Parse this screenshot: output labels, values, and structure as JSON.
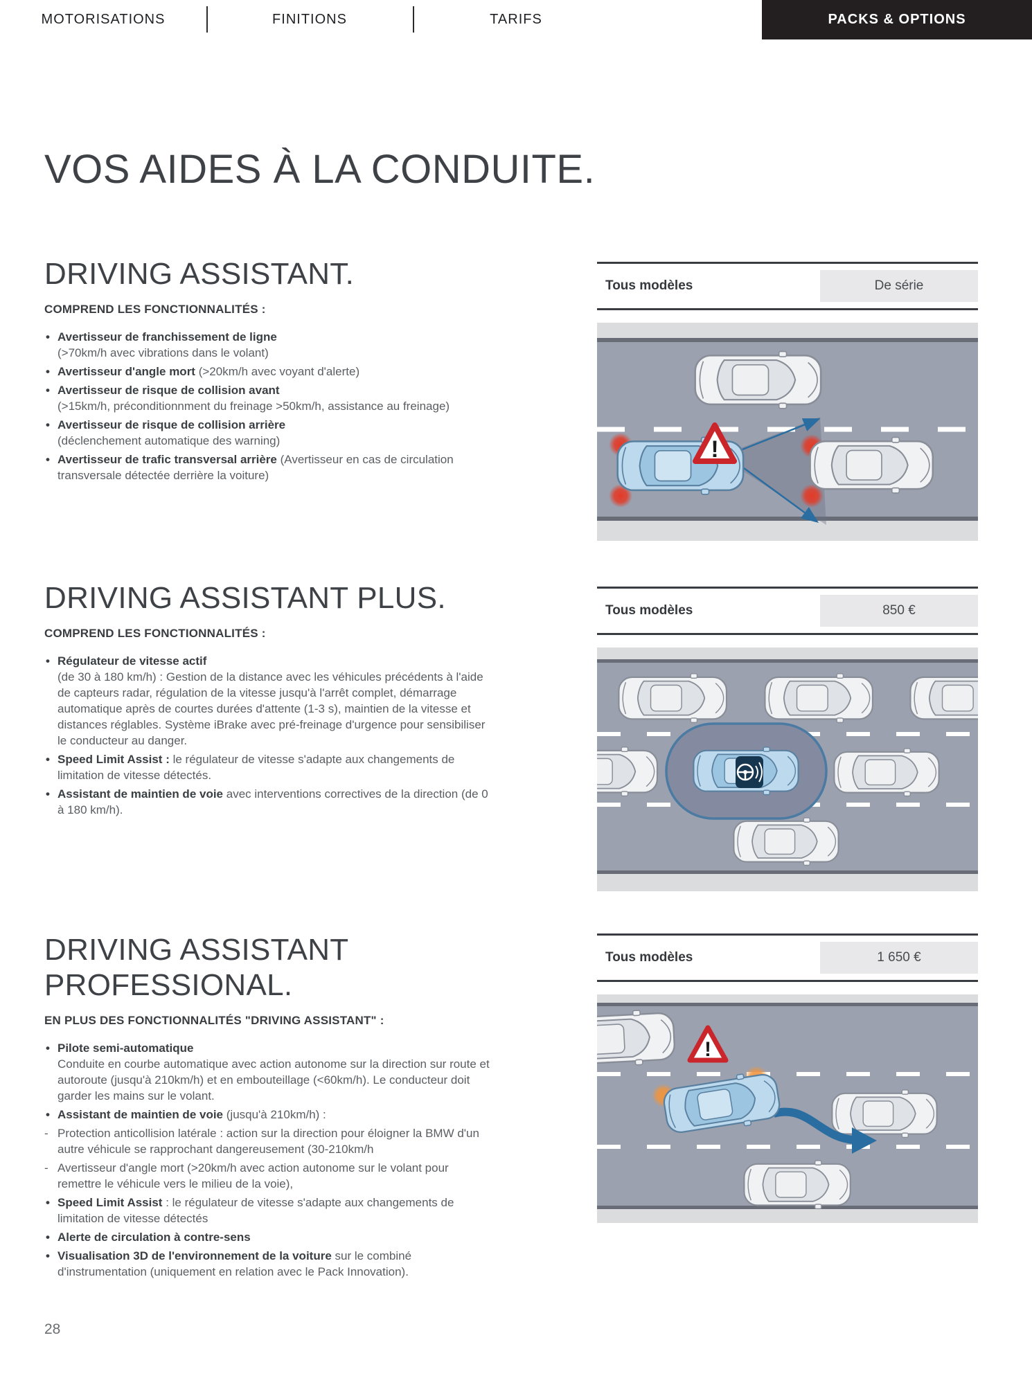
{
  "nav": {
    "items": [
      {
        "label": "MOTORISATIONS"
      },
      {
        "label": "FINITIONS"
      },
      {
        "label": "TARIFS"
      },
      {
        "label": "PACKS & OPTIONS"
      }
    ]
  },
  "page_title": "VOS AIDES À LA CONDUITE.",
  "page_number": "28",
  "colors": {
    "accent_dark": "#231f21",
    "road": "#9ba1af",
    "shoulder": "#dadcde",
    "alert_red": "#e23b28",
    "alert_orange": "#f0953f",
    "arrow_blue": "#2a6da0",
    "price_box_gray": "#e8e8ea"
  },
  "sections": [
    {
      "title": "DRIVING ASSISTANT.",
      "intro": "COMPREND LES FONCTIONNALITÉS :",
      "availability": "Tous modèles",
      "price": "De série",
      "bullets": [
        {
          "marker": "•",
          "lead": "Avertisseur de franchissement de ligne",
          "rest": "(>70km/h avec vibrations dans le volant)"
        },
        {
          "marker": "•",
          "lead": "Avertisseur d'angle mort",
          "rest": "(>20km/h avec voyant d'alerte)"
        },
        {
          "marker": "•",
          "lead": "Avertisseur de risque de collision avant",
          "rest": "(>15km/h, préconditionnment du freinage >50km/h, assistance au freinage)"
        },
        {
          "marker": "•",
          "lead": "Avertisseur de risque de collision arrière",
          "rest": "(déclenchement automatique des warning)"
        },
        {
          "marker": "•",
          "lead": "Avertisseur de trafic transversal arrière",
          "rest": "(Avertisseur en cas de circulation transversale détectée derrière la voiture)"
        }
      ]
    },
    {
      "title": "DRIVING ASSISTANT PLUS.",
      "intro": "COMPREND LES FONCTIONNALITÉS :",
      "availability": "Tous modèles",
      "price": "850 €",
      "bullets": [
        {
          "marker": "•",
          "lead": "Régulateur de vitesse actif",
          "rest": "(de 30 à 180 km/h) : Gestion de la distance avec les véhicules précédents à l'aide de capteurs radar, régulation de la vitesse jusqu'à l'arrêt complet, démarrage automatique après de courtes durées d'attente (1-3 s), maintien de la vitesse et distances réglables. Système iBrake avec pré-freinage d'urgence pour sensibiliser le conducteur au danger."
        },
        {
          "marker": "•",
          "lead": "Speed Limit Assist :",
          "rest": "le régulateur de vitesse s'adapte aux changements de limitation de vitesse détectés."
        },
        {
          "marker": "•",
          "lead": "Assistant de maintien de voie",
          "rest": "avec interventions correctives de la direction (de 0 à 180 km/h)."
        }
      ]
    },
    {
      "title": "DRIVING ASSISTANT PROFESSIONAL.",
      "intro": "EN PLUS DES FONCTIONNALITÉS \"DRIVING ASSISTANT\" :",
      "availability": "Tous modèles",
      "price": "1 650 €",
      "bullets": [
        {
          "marker": "•",
          "lead": "Pilote semi-automatique",
          "rest": "Conduite en courbe automatique avec action autonome sur la direction sur route et autoroute (jusqu'à 210km/h) et en embouteillage (<60km/h). Le conducteur doit garder les mains sur le volant."
        },
        {
          "marker": "•",
          "lead": "Assistant de maintien de voie",
          "rest": "(jusqu'à 210km/h) :"
        },
        {
          "marker": "-",
          "lead": "",
          "rest": "Protection anticollision latérale : action sur la direction pour éloigner la BMW d'un autre véhicule se rapprochant dangereusement (30-210km/h"
        },
        {
          "marker": "-",
          "lead": "",
          "rest": "Avertisseur d'angle mort (>20km/h avec action autonome sur le volant pour remettre le véhicule vers le milieu de la voie),"
        },
        {
          "marker": "•",
          "lead": "Speed Limit Assist",
          "rest": ": le régulateur de vitesse s'adapte aux changements de limitation de vitesse détectés"
        },
        {
          "marker": "•",
          "lead": "Alerte de circulation à contre-sens",
          "rest": ""
        },
        {
          "marker": "•",
          "lead": "Visualisation 3D de l'environnement de la voiture",
          "rest": "sur le combiné d'instrumentation (uniquement en relation avec le Pack Innovation)."
        }
      ]
    }
  ]
}
